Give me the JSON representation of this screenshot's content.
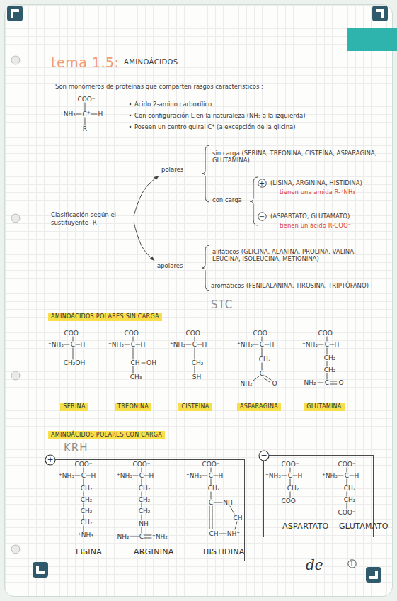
{
  "diagram": {
    "title": "tema 1.5:",
    "nodes": [
      {
        "text": [
          "Clasificación según el sustituyente -R"
        ]
      },
      {
        "text": [
          "polares"
        ]
      },
      {
        "text": [
          "+"
        ]
      },
      {
        "text": [
          "−"
        ]
      },
      {
        "text": [
          "apolares"
        ]
      },
      {
        "text": [
          "AMINOÁCIDOS POLARES SIN CARGA"
        ]
      },
      {
        "text": [
          "SERINA"
        ]
      },
      {
        "text": [
          "TREONINA"
        ]
      },
      {
        "text": [
          "CISTEÍNA"
        ]
      },
      {
        "text": [
          "ASPARAGINA"
        ]
      },
      {
        "text": [
          "GLUTAMINA"
        ]
      },
      {
        "text": [
          "AMINOÁCIDOS POLARES CON CARGA"
        ]
      },
      {
        "text": [
          "+"
        ]
      },
      {
        "text": [
          "LISINA"
        ],
        "in": 12
      },
      {
        "text": [
          "ARGININA"
        ],
        "in": 12
      },
      {
        "text": [
          "HISTIDINA"
        ],
        "in": 12
      },
      {
        "text": [
          "−"
        ]
      },
      {
        "text": [
          "ASPARTATO"
        ],
        "in": 16
      },
      {
        "text": [
          "GLUTAMATO"
        ],
        "in": 16
      },
      {
        "text": [
          "1"
        ]
      }
    ],
    "edges": [
      {
        "from": 0,
        "to": 1,
        "arrow": "to"
      },
      {
        "from": 0,
        "to": 4,
        "arrow": "to"
      }
    ],
    "labels": [
      "AMINOÁCIDOS",
      "Son monómeros de proteínas que comparten rasgos característicos :",
      "COO⁻",
      "⁺NH₃",
      "C*",
      "H",
      "R",
      "Ácido 2-amino carboxílico",
      "Con configuración L en la naturaleza (NH₃ a la izquierda)",
      "Poseen un centro quiral C* (a excepción de la glicina)",
      "sin carga (SERINA, TREONINA, CISTEÍNA, ASPARAGINA, GLUTAMINA)",
      "con carga",
      "(LISINA, ARGININA, HISTIDINA)",
      "tienen una amida R-⁺NH₃",
      "(ASPARTATO, GLUTAMATO)",
      "tienen un ácido R-COO⁻",
      "alifáticos (GLICINA, ALANINA, PROLINA, VALINA, LEUCINA, ISOLEUCINA, METIONINA)",
      "aromáticos (FENILALANINA, TIROSINA, TRIPTÓFANO)",
      "STC",
      "KRH",
      "COO⁻",
      "⁺NH₃",
      "C",
      "H",
      "CH₂OH",
      "COO⁻",
      "⁺NH₃",
      "C",
      "H",
      "CH",
      "OH",
      "CH₃",
      "COO⁻",
      "⁺NH₃",
      "C",
      "H",
      "CH₂",
      "SH",
      "COO⁻",
      "⁺NH₃",
      "C",
      "H",
      "CH₂",
      "C",
      "O",
      "NH₂",
      "COO⁻",
      "⁺NH₃",
      "C",
      "H",
      "CH₂",
      "CH₂",
      "C",
      "NH₂",
      "O",
      "COO⁻",
      "⁺NH₃",
      "C",
      "H",
      "CH₂",
      "CH₂",
      "CH₂",
      "CH₂",
      "⁺NH₃",
      "COO⁻",
      "⁺NH₃",
      "C",
      "H",
      "CH₂",
      "CH₂",
      "CH₂",
      "NH",
      "NH₂",
      "C",
      "⁺NH₂",
      "COO⁻",
      "⁺NH₃",
      "C",
      "H",
      "CH₂",
      "C",
      "NH",
      "CH",
      "CH",
      "NH⁺",
      "COO⁻",
      "⁺NH₃",
      "C",
      "H",
      "CH₂",
      "COO⁻",
      "COO⁻",
      "⁺NH₃",
      "C",
      "H",
      "CH₂",
      "CH₂",
      "COO⁻",
      "de"
    ]
  }
}
